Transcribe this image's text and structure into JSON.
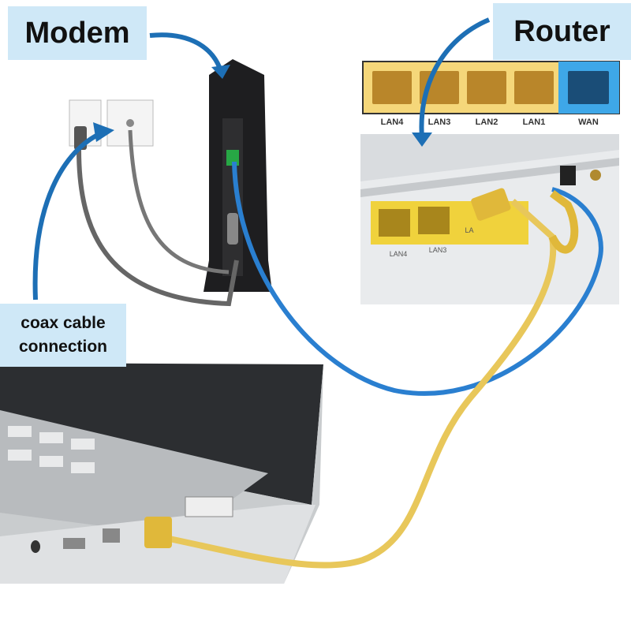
{
  "labels": {
    "modem": "Modem",
    "router": "Router",
    "coax_line1": "coax cable",
    "coax_line2": "connection"
  },
  "router_ports": [
    "LAN4",
    "LAN3",
    "LAN2",
    "LAN1",
    "WAN"
  ],
  "router_photo_ports": [
    "LAN4",
    "LAN3",
    "LA"
  ],
  "colors": {
    "label_bg": "#cfe8f7",
    "arrow": "#1d6fb5",
    "lan_port": "#f2c94c",
    "wan_port": "#3ea7e8",
    "ethernet_blue": "#2a7fd0",
    "ethernet_yellow": "#e8c75a"
  }
}
